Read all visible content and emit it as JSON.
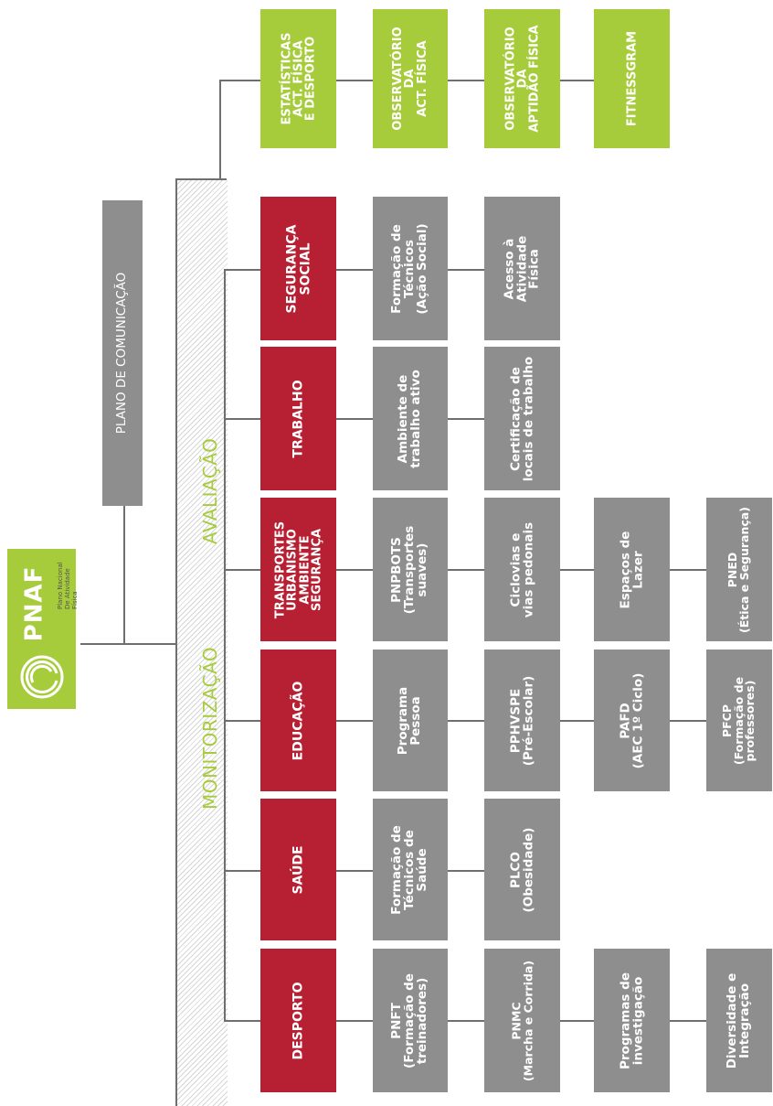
{
  "logo": {
    "brand": "PNAF",
    "subtitle": [
      "Plano Nacional",
      "De Atividade",
      "Física"
    ]
  },
  "plan_label": "PLANO DE COMUNICAÇÃO",
  "band_labels": {
    "monitoring": "MONITORIZAÇÃO",
    "evaluation": "AVALIAÇÃO"
  },
  "top_row": [
    "ESTATÍSTICAS\nACT. FÍSICA\nE DESPORTO",
    "OBSERVATÓRIO\nDA\nACT. FÍSICA",
    "OBSERVATÓRIO\nDA\nAPTIDÃO FÍSICA",
    "FITNESSGRAM"
  ],
  "areas": [
    {
      "title": "DESPORTO",
      "items": [
        "PNFT\n(Formação de\ntreinadores)",
        "PNMC\n(Marcha e Corrida)",
        "Programas de\ninvestigação",
        "Diversidade e\nIntegração"
      ]
    },
    {
      "title": "SAÚDE",
      "items": [
        "Formação de\nTécnicos de\nSaúde",
        "PLCO\n(Obesidade)"
      ]
    },
    {
      "title": "EDUCAÇÃO",
      "items": [
        "Programa\nPessoa",
        "PPHVSPE\n(Pré-Escolar)",
        "PAFD\n(AEC 1º Ciclo)",
        "PFCP\n(Formação de\nprofessores)"
      ]
    },
    {
      "title": "TRANSPORTES\nURBANISMO\nAMBIENTE\nSEGURANÇA",
      "items": [
        "PNPBOTS\n(Transportes\nsuaves)",
        "Ciclovias e\nvias pedonais",
        "Espaços de\nLazer",
        "PNED\n(Ética e Segurança)"
      ]
    },
    {
      "title": "TRABALHO",
      "items": [
        "Ambiente de\ntrabalho ativo",
        "Certificação de\nlocais de trabalho"
      ]
    },
    {
      "title": "SEGURANÇA\nSOCIAL",
      "items": [
        "Formação de\nTécnicos\n(Ação Social)",
        "Acesso à\nAtividade\nFísica"
      ]
    }
  ],
  "colors": {
    "red": "#b71f32",
    "grey": "#8e8e8f",
    "green": "#a7cc3b",
    "line": "#6f6f6f"
  }
}
